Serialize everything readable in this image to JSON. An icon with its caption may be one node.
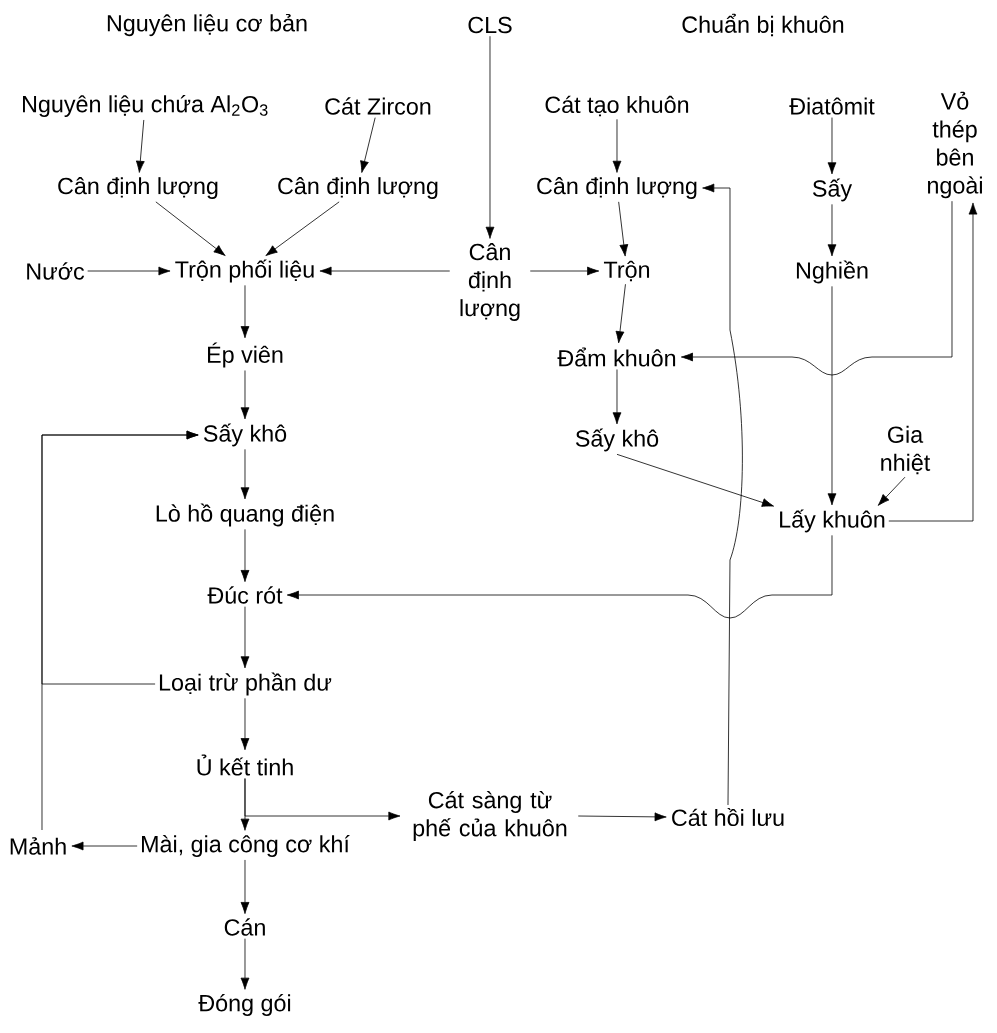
{
  "diagram": {
    "nodes": [
      {
        "text": [
          "CLS"
        ]
      },
      {
        "text": [
          "Nguyên liệu chứa Al$_{2}$O$_{3}$"
        ]
      },
      {
        "text": [
          "Cát Zircon"
        ]
      },
      {
        "text": [
          "Cân định lượng"
        ]
      },
      {
        "text": [
          "Cân định lượng"
        ]
      },
      {
        "text": [
          "Nước"
        ]
      },
      {
        "text": [
          "Trộn phối liệu"
        ]
      },
      {
        "text": [
          "Cân định lượng"
        ]
      },
      {
        "text": [
          "Ép viên"
        ]
      },
      {
        "text": [
          "Sấy khô"
        ]
      },
      {
        "text": [
          "Lò hồ quang điện"
        ]
      },
      {
        "text": [
          "Đúc rót"
        ]
      },
      {
        "text": [
          "Loại trừ phần dư"
        ]
      },
      {
        "text": [
          "Ủ kết tinh"
        ]
      },
      {
        "text": [
          "Mài, gia công cơ khí"
        ]
      },
      {
        "text": [
          "Mảnh"
        ]
      },
      {
        "text": [
          "Cán"
        ]
      },
      {
        "text": [
          "Đóng gói"
        ]
      },
      {
        "text": [
          "Cát tạo khuôn"
        ]
      },
      {
        "text": [
          "Cân định lượng"
        ]
      },
      {
        "text": [
          "Trộn"
        ]
      },
      {
        "text": [
          "Đẩm khuôn"
        ]
      },
      {
        "text": [
          "Sấy khô"
        ]
      },
      {
        "text": [
          "Điatômit"
        ]
      },
      {
        "text": [
          "Sấy"
        ]
      },
      {
        "text": [
          "Nghiền"
        ]
      },
      {
        "text": [
          "Vỏ thép bên ngoài"
        ]
      },
      {
        "text": [
          "Gia nhiệt"
        ]
      },
      {
        "text": [
          "Lấy khuôn"
        ]
      },
      {
        "text": [
          "Cát sàng từ phế của khuôn"
        ]
      },
      {
        "text": [
          "Cát hồi lưu"
        ]
      }
    ],
    "edges": [
      {
        "from": 0,
        "to": 7,
        "arrow": "to"
      },
      {
        "from": 1,
        "to": 3,
        "arrow": "to"
      },
      {
        "from": 2,
        "to": 4,
        "arrow": "to"
      },
      {
        "from": 3,
        "to": 6,
        "arrow": "to"
      },
      {
        "from": 4,
        "to": 6,
        "arrow": "to"
      },
      {
        "from": 5,
        "to": 6,
        "arrow": "to"
      },
      {
        "from": 7,
        "to": 6,
        "arrow": "to"
      },
      {
        "from": 7,
        "to": 20,
        "arrow": "to"
      },
      {
        "from": 6,
        "to": 8,
        "arrow": "to"
      },
      {
        "from": 8,
        "to": 9,
        "arrow": "to"
      },
      {
        "from": 9,
        "to": 10,
        "arrow": "to"
      },
      {
        "from": 10,
        "to": 11,
        "arrow": "to"
      },
      {
        "from": 11,
        "to": 12,
        "arrow": "to"
      },
      {
        "from": 12,
        "to": 13,
        "arrow": "to"
      },
      {
        "from": 13,
        "to": 14,
        "arrow": "to"
      },
      {
        "from": 14,
        "to": 16,
        "arrow": "to"
      },
      {
        "from": 16,
        "to": 17,
        "arrow": "to"
      },
      {
        "from": 14,
        "to": 15,
        "arrow": "to"
      },
      {
        "from": 12,
        "to": 9,
        "arrow": "to"
      },
      {
        "from": 15,
        "to": 9,
        "arrow": "to"
      },
      {
        "from": 13,
        "to": 29,
        "arrow": "to"
      },
      {
        "from": 29,
        "to": 30,
        "arrow": "to"
      },
      {
        "from": 30,
        "to": 19,
        "arrow": "to"
      },
      {
        "from": 18,
        "to": 19,
        "arrow": "to"
      },
      {
        "from": 19,
        "to": 20,
        "arrow": "to"
      },
      {
        "from": 20,
        "to": 21,
        "arrow": "to"
      },
      {
        "from": 21,
        "to": 22,
        "arrow": "to"
      },
      {
        "from": 22,
        "to": 28,
        "arrow": "to"
      },
      {
        "from": 23,
        "to": 24,
        "arrow": "to"
      },
      {
        "from": 24,
        "to": 25,
        "arrow": "to"
      },
      {
        "from": 25,
        "to": 28,
        "arrow": "to"
      },
      {
        "from": 27,
        "to": 28,
        "arrow": "to"
      },
      {
        "from": 26,
        "to": 21,
        "arrow": "to"
      },
      {
        "from": 28,
        "to": 26,
        "arrow": "to"
      },
      {
        "from": 28,
        "to": 11,
        "arrow": "to"
      }
    ],
    "labels": [
      "Nguyên liệu cơ bản",
      "Chuẩn bị khuôn"
    ]
  }
}
